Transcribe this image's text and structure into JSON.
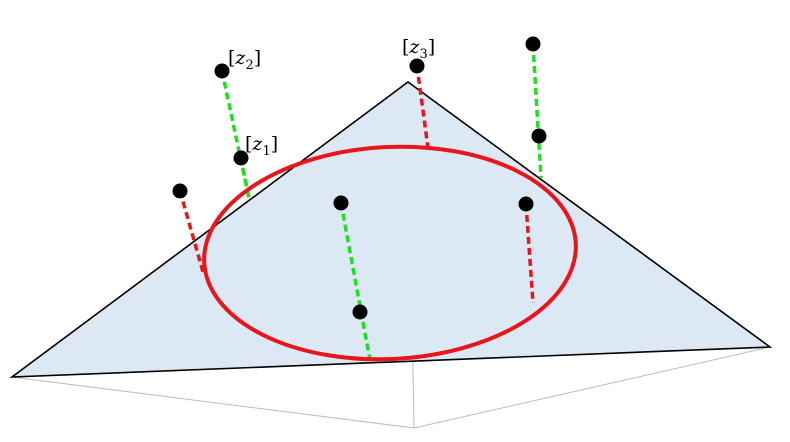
{
  "colors": {
    "face_fill": "#dce9f5",
    "face_edge": "#000000",
    "hidden_edge": "#bbbbbb",
    "circle": "#e8151b",
    "inside_link": "#22dd22",
    "outside_link": "#e8151b",
    "point": "#000000"
  },
  "labels": {
    "z1": {
      "open": "[",
      "var": "z",
      "sub": "1",
      "close": "]"
    },
    "z2": {
      "open": "[",
      "var": "z",
      "sub": "2",
      "close": "]"
    },
    "z3": {
      "open": "[",
      "var": "z",
      "sub": "3",
      "close": "]"
    }
  },
  "links": [
    {
      "id": "z2",
      "kind": "inside"
    },
    {
      "id": "z1",
      "kind": "inside"
    },
    {
      "id": "z3",
      "kind": "outside"
    },
    {
      "id": "upper-right",
      "kind": "inside"
    },
    {
      "id": "right-mid",
      "kind": "inside"
    },
    {
      "id": "left",
      "kind": "outside"
    },
    {
      "id": "center",
      "kind": "inside"
    },
    {
      "id": "right",
      "kind": "outside"
    },
    {
      "id": "bottom-center",
      "kind": "inside"
    }
  ]
}
